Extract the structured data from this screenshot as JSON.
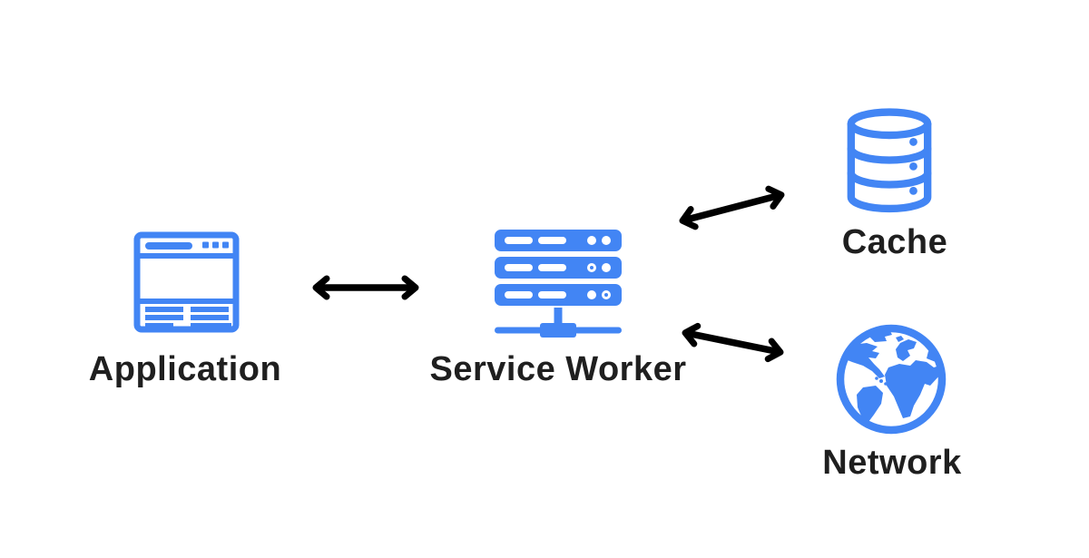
{
  "colors": {
    "accent": "#4285f4",
    "arrow": "#000000",
    "text": "#1f1f1f",
    "background": "#ffffff"
  },
  "nodes": [
    {
      "id": "application",
      "label": "Application",
      "icon": "browser-window-icon"
    },
    {
      "id": "service-worker",
      "label": "Service Worker",
      "icon": "server-stack-icon"
    },
    {
      "id": "cache",
      "label": "Cache",
      "icon": "database-cylinder-icon"
    },
    {
      "id": "network",
      "label": "Network",
      "icon": "globe-icon"
    }
  ],
  "connections": [
    {
      "from": "Application",
      "to": "Service Worker",
      "type": "bidirectional-arrow"
    },
    {
      "from": "Service Worker",
      "to": "Cache",
      "type": "bidirectional-arrow"
    },
    {
      "from": "Service Worker",
      "to": "Network",
      "type": "bidirectional-arrow"
    }
  ]
}
